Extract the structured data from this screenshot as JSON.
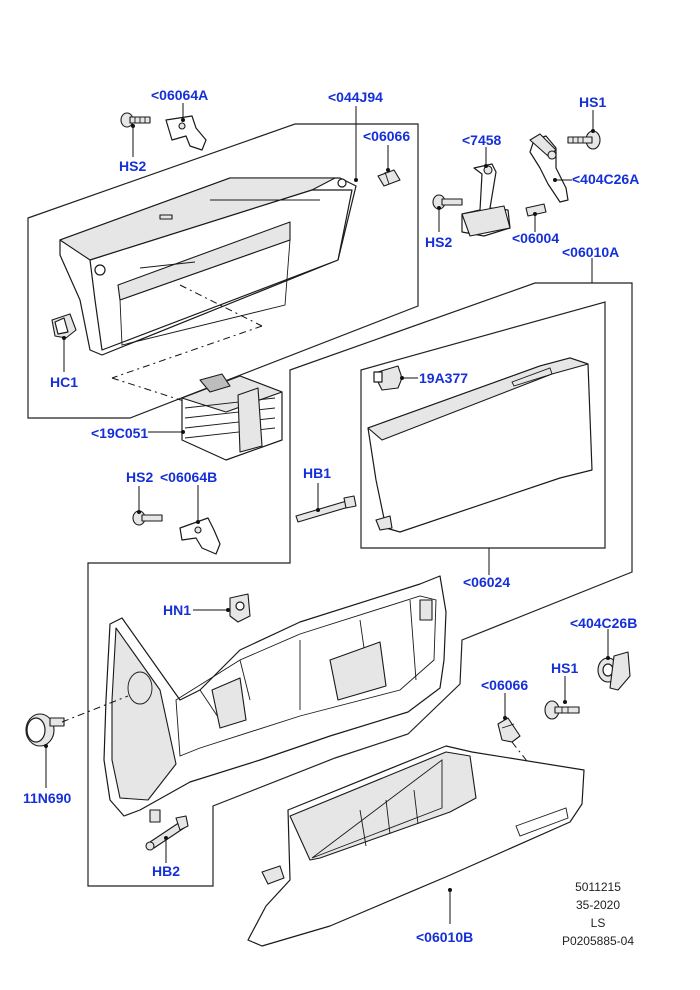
{
  "callouts": {
    "c_06064A": "<06064A",
    "c_044J94": "<044J94",
    "c_HS1_top": "HS1",
    "c_HS2_top_left": "HS2",
    "c_06066_top": "<06066",
    "c_7458": "<7458",
    "c_404C26A": "<404C26A",
    "c_HS2_top_right": "HS2",
    "c_06004": "<06004",
    "c_06010A": "<06010A",
    "c_HC1": "HC1",
    "c_19A377": "19A377",
    "c_19C051": "<19C051",
    "c_HB1": "HB1",
    "c_HS2_mid": "HS2",
    "c_06064B": "<06064B",
    "c_06024": "<06024",
    "c_HN1": "HN1",
    "c_404C26B": "<404C26B",
    "c_06066_bottom": "<06066",
    "c_HS1_bottom": "HS1",
    "c_11N690": "11N690",
    "c_HB2": "HB2",
    "c_06010B": "<06010B"
  },
  "reference": {
    "line1": "5011215",
    "line2": "35-2020",
    "line3": "LS",
    "line4": "P0205885-04"
  },
  "colors": {
    "callout": "#1530d8",
    "lines": "#1a1a1a",
    "background": "#ffffff"
  }
}
